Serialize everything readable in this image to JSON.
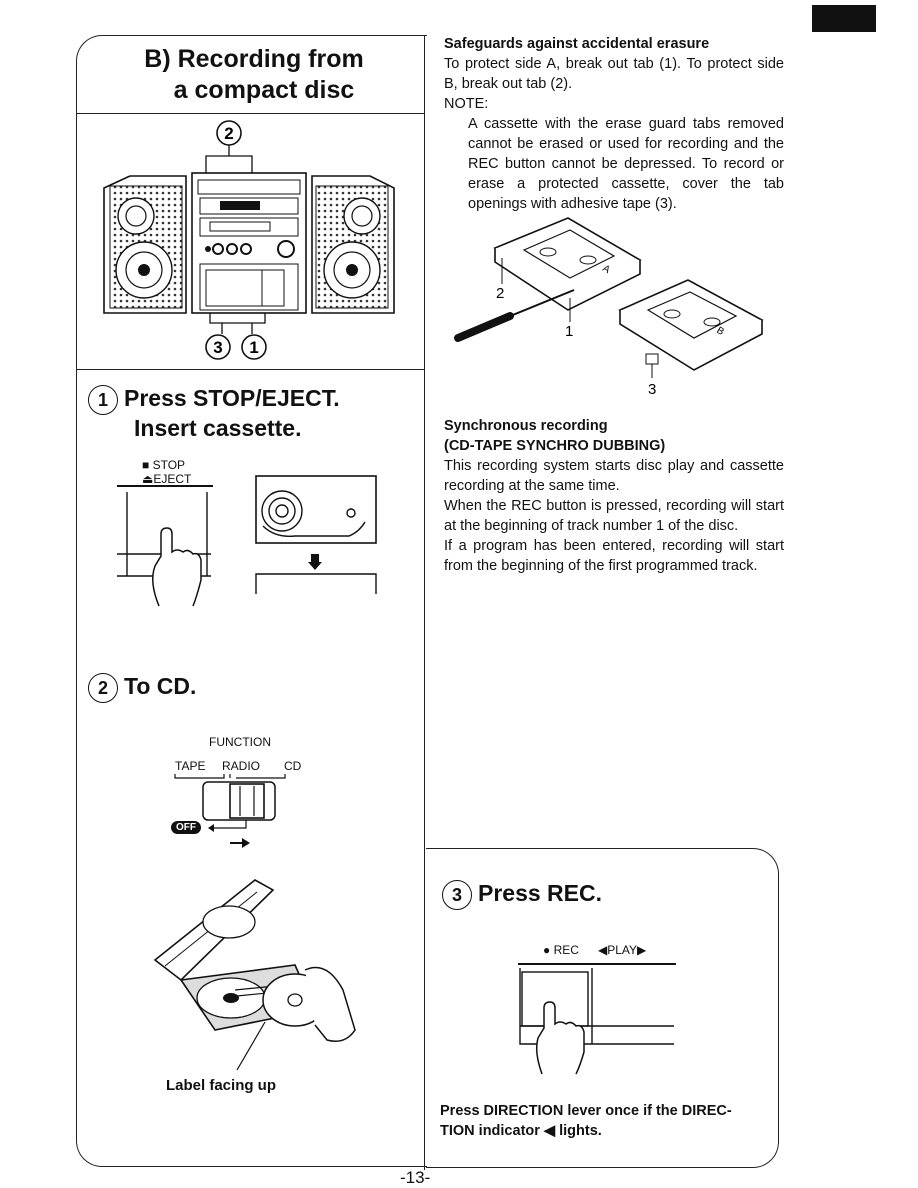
{
  "page": {
    "number": "-13-"
  },
  "section": {
    "title_line1": "B) Recording from",
    "title_line2": "a compact disc"
  },
  "callouts": {
    "c2": "2",
    "c3": "3",
    "c1": "1"
  },
  "step1": {
    "num": "1",
    "line1": "Press STOP/EJECT.",
    "line2": "Insert cassette.",
    "stop_label": "STOP",
    "eject_label": "EJECT"
  },
  "step2": {
    "num": "2",
    "text": "To CD.",
    "function_label": "FUNCTION",
    "tape": "TAPE",
    "radio": "RADIO",
    "cd": "CD",
    "off": "OFF",
    "caption": "Label facing up"
  },
  "step3": {
    "num": "3",
    "text": "Press REC.",
    "rec_label": "REC",
    "play_label": "PLAY",
    "note": "Press DIRECTION lever once if the DIREC- TION indicator ◀ lights."
  },
  "safeguards": {
    "heading": "Safeguards against accidental erasure",
    "body": "To protect side A, break out tab (1). To protect side B, break out tab (2).",
    "note_label": "NOTE:",
    "note_body": "A cassette with the erase guard tabs removed cannot be erased or used for recording and the REC button cannot be depressed. To record or erase a protected cassette, cover the tab openings with adhesive tape (3).",
    "fig_labels": {
      "l2": "2",
      "l1": "1",
      "l3": "3",
      "side_a": "A",
      "side_b": "B"
    }
  },
  "sync": {
    "heading1": "Synchronous recording",
    "heading2": "(CD-TAPE SYNCHRO DUBBING)",
    "p1": "This recording system starts disc play and cassette recording at the same time.",
    "p2": "When the REC button is pressed, recording will start at the beginning of track number 1 of the disc.",
    "p3": "If a program has been entered, recording will start from the beginning of the first programmed track."
  }
}
